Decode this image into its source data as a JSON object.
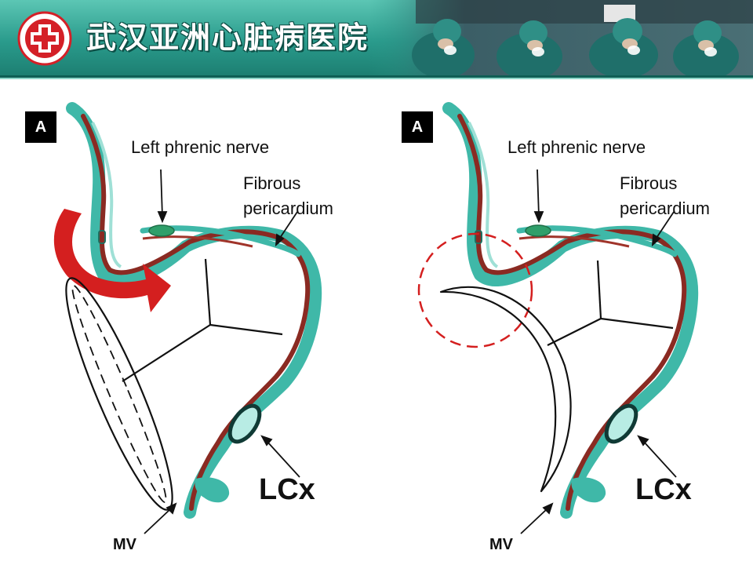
{
  "header": {
    "hospital_name": "武汉亚洲心脏病医院",
    "logo_icon": "red-cross-icon",
    "photo": "surgical-team-photo",
    "colors": {
      "band": "#2a9b8c",
      "logo_red": "#d42027"
    }
  },
  "panels": [
    {
      "badge": "A",
      "labels": {
        "nerve": "Left phrenic nerve",
        "fibrous": "Fibrous",
        "pericardium": "pericardium",
        "lcx": "LCx",
        "mv": "MV"
      },
      "overlay": "red-arrow-and-ellipse"
    },
    {
      "badge": "A",
      "labels": {
        "nerve": "Left phrenic nerve",
        "fibrous": "Fibrous",
        "pericardium": "pericardium",
        "lcx": "LCx",
        "mv": "MV"
      },
      "overlay": "dashed-circle-and-crescent"
    }
  ],
  "colors": {
    "tissue_teal": "#3fb8a8",
    "tissue_red": "#8a2a22",
    "annotation_red": "#d41f1f"
  }
}
